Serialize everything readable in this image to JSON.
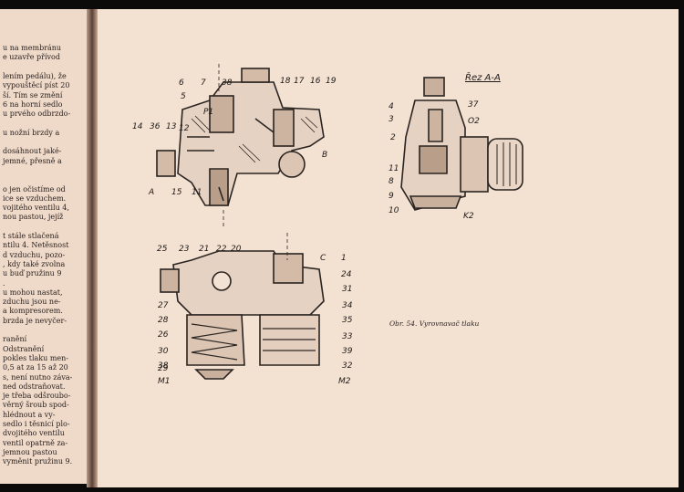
{
  "left_page": {
    "lines": [
      "u na membránu",
      "e uzavře přívod",
      "",
      "lením pedálu), že",
      "vypouštěcí píst 20",
      "ší. Tím se změní",
      "6 na horní sedlo",
      "u prvého odbrzdo-",
      "",
      "u nožní brzdy a",
      "",
      "dosáhnout jaké-",
      "jemné, přesně a",
      "",
      "",
      "o jen očistíme od",
      "ice se vzduchem.",
      "vojitého ventilu 4,",
      "nou pastou, jejíž",
      "",
      "t stále stlačená",
      "ntilu 4. Netěsnost",
      "d vzduchu, pozo-",
      ", kdy také zvolna",
      "u buď pružinu 9",
      ".",
      "u mohou nastat,",
      "zduchu jsou ne-",
      "a kompresorem.",
      "brzda je nevyčer-",
      "",
      "ranění",
      "Odstranění",
      "pokles tlaku men-",
      "0,5 at za 15 až 20",
      "s, není nutno záva-",
      "ned odstraňovat.",
      "je třeba odšroubo-",
      "věrný šroub spod-",
      "hlédnout a vy-",
      "sedlo i těsnicí plo-",
      "dvojitého ventilu",
      "ventil opatrně za-",
      "jemnou pastou",
      "vyměnit pružinu 9."
    ]
  },
  "labels": {
    "top": [
      "6",
      "5",
      "7",
      "38",
      "P1",
      "18",
      "17",
      "16",
      "19",
      "14",
      "36",
      "13",
      "12",
      "A",
      "15",
      "11",
      "B"
    ],
    "bottom": [
      "25",
      "23",
      "21",
      "22",
      "20",
      "C",
      "1",
      "24",
      "27",
      "31",
      "34",
      "28",
      "26",
      "35",
      "33",
      "30",
      "38",
      "39",
      "29",
      "32",
      "M1",
      "M2"
    ],
    "section": [
      "4",
      "3",
      "37",
      "O2",
      "2",
      "11",
      "8",
      "9",
      "10",
      "K2"
    ]
  },
  "section_title": "Řez A-A",
  "caption": "Obr. 54. Vyrovnavač tlaku"
}
